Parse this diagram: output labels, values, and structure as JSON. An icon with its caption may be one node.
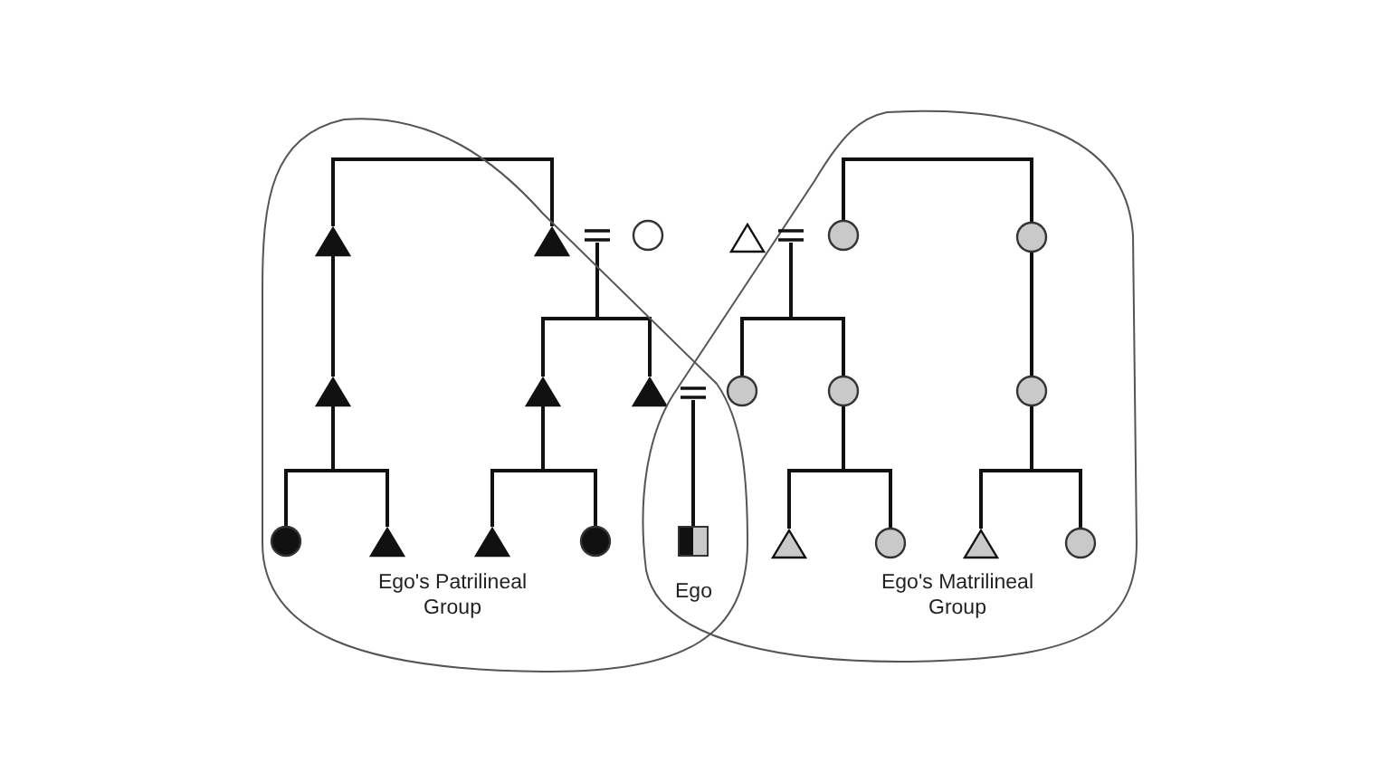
{
  "diagram": {
    "nodes": [
      {
        "text": [
          "Ego's Patrilineal Group"
        ]
      },
      {
        "text": [
          "Ego's Matrilineal Group"
        ]
      },
      {
        "text": [],
        "shape": "triangle",
        "in": 0
      },
      {
        "text": [],
        "shape": "triangle",
        "in": 0
      },
      {
        "text": [],
        "shape": "equals"
      },
      {
        "text": [],
        "shape": "circle"
      },
      {
        "text": [],
        "shape": "triangle"
      },
      {
        "text": [],
        "shape": "equals",
        "in": 1
      },
      {
        "text": [],
        "shape": "circle",
        "in": 1
      },
      {
        "text": [],
        "shape": "circle",
        "in": 1
      },
      {
        "text": [],
        "shape": "triangle",
        "in": 0
      },
      {
        "text": [],
        "shape": "triangle",
        "in": 0
      },
      {
        "text": [],
        "shape": "triangle",
        "in": 0
      },
      {
        "text": [],
        "shape": "equals"
      },
      {
        "text": [],
        "shape": "circle",
        "in": 1
      },
      {
        "text": [],
        "shape": "circle",
        "in": 1
      },
      {
        "text": [],
        "shape": "circle",
        "in": 1
      },
      {
        "text": [],
        "shape": "circle",
        "in": 0
      },
      {
        "text": [],
        "shape": "triangle",
        "in": 0
      },
      {
        "text": [],
        "shape": "triangle",
        "in": 0
      },
      {
        "text": [],
        "shape": "circle",
        "in": 0
      },
      {
        "text": [],
        "shape": "box"
      },
      {
        "text": [],
        "shape": "triangle",
        "in": 1
      },
      {
        "text": [],
        "shape": "circle",
        "in": 1
      },
      {
        "text": [],
        "shape": "triangle",
        "in": 1
      },
      {
        "text": [],
        "shape": "circle",
        "in": 1
      }
    ],
    "edges": [
      {
        "from": 2,
        "to": 3,
        "arrow": "none"
      },
      {
        "from": 8,
        "to": 9,
        "arrow": "none"
      },
      {
        "from": 2,
        "to": 10,
        "arrow": "none"
      },
      {
        "from": 4,
        "to": 11,
        "arrow": "none"
      },
      {
        "from": 4,
        "to": 12,
        "arrow": "none"
      },
      {
        "from": 7,
        "to": 14,
        "arrow": "none"
      },
      {
        "from": 7,
        "to": 15,
        "arrow": "none"
      },
      {
        "from": 9,
        "to": 16,
        "arrow": "none"
      },
      {
        "from": 10,
        "to": 17,
        "arrow": "none"
      },
      {
        "from": 10,
        "to": 18,
        "arrow": "none"
      },
      {
        "from": 11,
        "to": 19,
        "arrow": "none"
      },
      {
        "from": 11,
        "to": 20,
        "arrow": "none"
      },
      {
        "from": 13,
        "to": 21,
        "arrow": "none"
      },
      {
        "from": 15,
        "to": 22,
        "arrow": "none"
      },
      {
        "from": 15,
        "to": 23,
        "arrow": "none"
      },
      {
        "from": 16,
        "to": 24,
        "arrow": "none"
      },
      {
        "from": 16,
        "to": 25,
        "arrow": "none"
      }
    ],
    "labels": [
      "Ego"
    ]
  }
}
